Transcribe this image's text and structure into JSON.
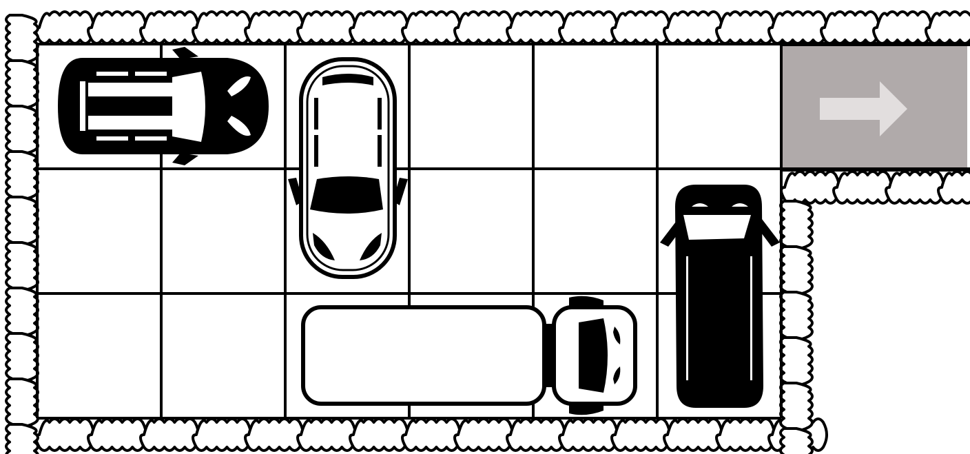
{
  "game": {
    "type": "rush-hour-parking-puzzle",
    "grid": {
      "rows": 3,
      "cols": 6
    },
    "exit": {
      "row": 0,
      "direction": "right",
      "icon": "arrow-right-icon"
    },
    "vehicles": [
      {
        "id": "car-black-sedan",
        "kind": "car",
        "style": "black",
        "orientation": "horizontal",
        "row": 0,
        "col": 0,
        "length": 2,
        "facing": "right"
      },
      {
        "id": "car-white-hatchback",
        "kind": "car",
        "style": "white",
        "orientation": "vertical",
        "row": 0,
        "col": 2,
        "length": 2,
        "facing": "down"
      },
      {
        "id": "truck-white",
        "kind": "truck",
        "style": "white",
        "orientation": "horizontal",
        "row": 2,
        "col": 2,
        "length": 3,
        "facing": "right"
      },
      {
        "id": "van-black",
        "kind": "van",
        "style": "black",
        "orientation": "vertical",
        "row": 1,
        "col": 5,
        "length": 2,
        "facing": "up"
      }
    ]
  },
  "colors": {
    "background": "#ffffff",
    "grid_line": "#000000",
    "exit_fill": "#b0aaaa",
    "exit_arrow": "#e2dede",
    "hedge_fill": "#ffffff",
    "hedge_stroke": "#000000",
    "vehicle_black": "#000000",
    "vehicle_white": "#ffffff"
  }
}
